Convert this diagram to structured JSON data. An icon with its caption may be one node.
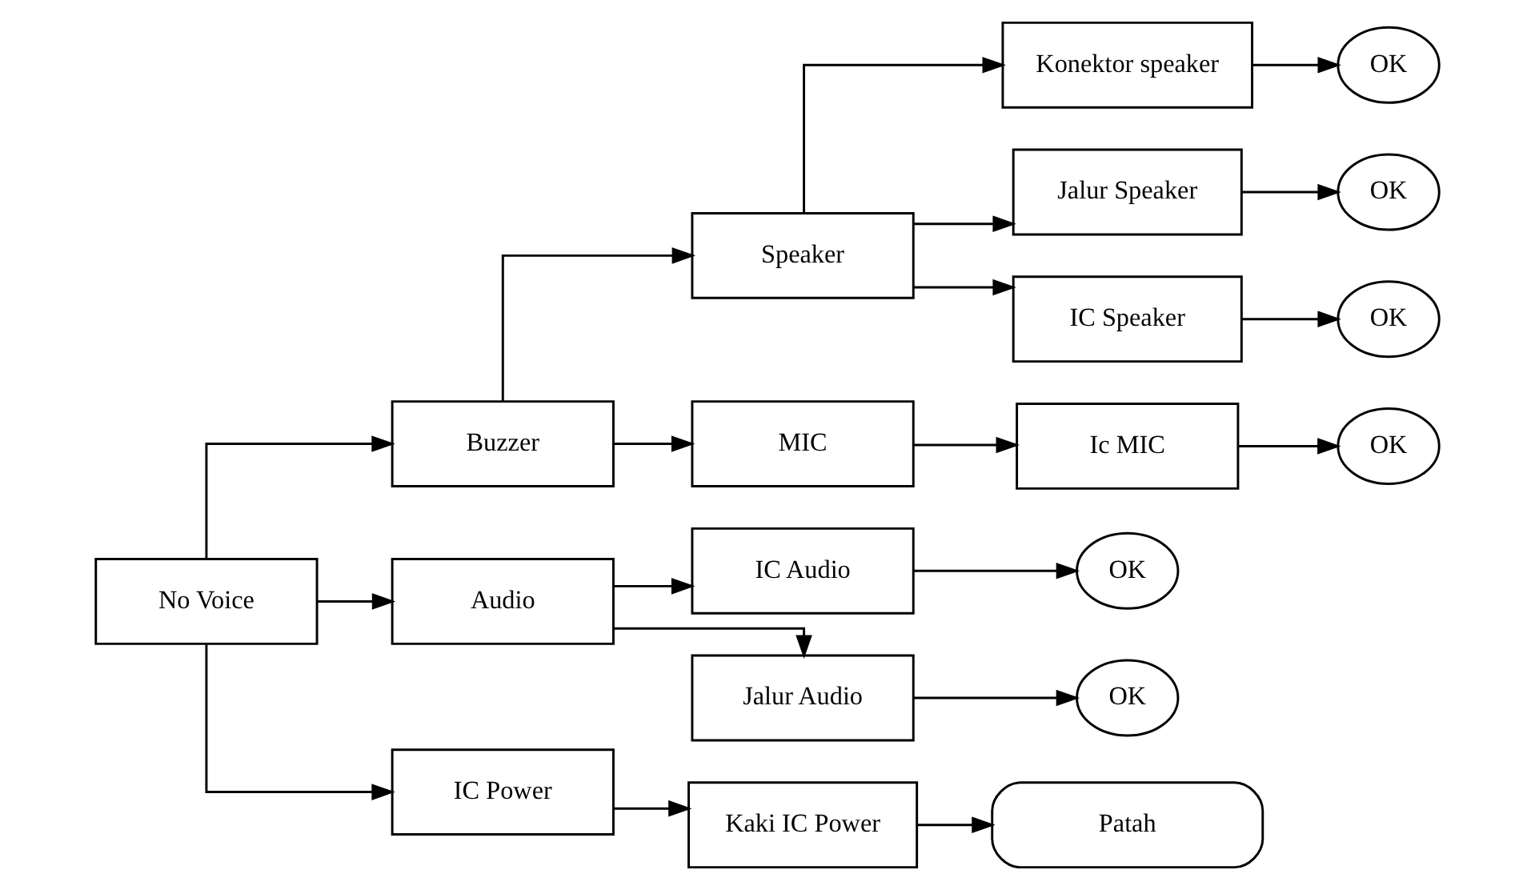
{
  "diagram": {
    "nodes": [
      {
        "text": [
          "No Voice"
        ]
      },
      {
        "text": [
          "Buzzer"
        ]
      },
      {
        "text": [
          "Speaker"
        ]
      },
      {
        "text": [
          "Konektor speaker"
        ]
      },
      {
        "text": [
          "OK"
        ]
      },
      {
        "text": [
          "Jalur Speaker"
        ]
      },
      {
        "text": [
          "OK"
        ]
      },
      {
        "text": [
          "IC Speaker"
        ]
      },
      {
        "text": [
          "OK"
        ]
      },
      {
        "text": [
          "MIC"
        ]
      },
      {
        "text": [
          "Ic MIC"
        ]
      },
      {
        "text": [
          "OK"
        ]
      },
      {
        "text": [
          "Audio"
        ]
      },
      {
        "text": [
          "IC Audio"
        ]
      },
      {
        "text": [
          "OK"
        ]
      },
      {
        "text": [
          "Jalur Audio"
        ]
      },
      {
        "text": [
          "OK"
        ]
      },
      {
        "text": [
          "IC Power"
        ]
      },
      {
        "text": [
          "Kaki IC Power"
        ]
      },
      {
        "text": [
          "Patah"
        ]
      }
    ],
    "edges": [
      {
        "from": 0,
        "to": 1,
        "arrow": "to"
      },
      {
        "from": 0,
        "to": 12,
        "arrow": "to"
      },
      {
        "from": 0,
        "to": 17,
        "arrow": "to"
      },
      {
        "from": 1,
        "to": 2,
        "arrow": "to"
      },
      {
        "from": 1,
        "to": 9,
        "arrow": "to"
      },
      {
        "from": 2,
        "to": 3,
        "arrow": "to"
      },
      {
        "from": 2,
        "to": 5,
        "arrow": "to"
      },
      {
        "from": 2,
        "to": 7,
        "arrow": "to"
      },
      {
        "from": 3,
        "to": 4,
        "arrow": "to"
      },
      {
        "from": 5,
        "to": 6,
        "arrow": "to"
      },
      {
        "from": 7,
        "to": 8,
        "arrow": "to"
      },
      {
        "from": 9,
        "to": 10,
        "arrow": "to"
      },
      {
        "from": 10,
        "to": 11,
        "arrow": "to"
      },
      {
        "from": 12,
        "to": 13,
        "arrow": "to"
      },
      {
        "from": 12,
        "to": 15,
        "arrow": "to"
      },
      {
        "from": 13,
        "to": 14,
        "arrow": "to"
      },
      {
        "from": 15,
        "to": 16,
        "arrow": "to"
      },
      {
        "from": 17,
        "to": 18,
        "arrow": "to"
      },
      {
        "from": 18,
        "to": 19,
        "arrow": "to"
      }
    ]
  }
}
